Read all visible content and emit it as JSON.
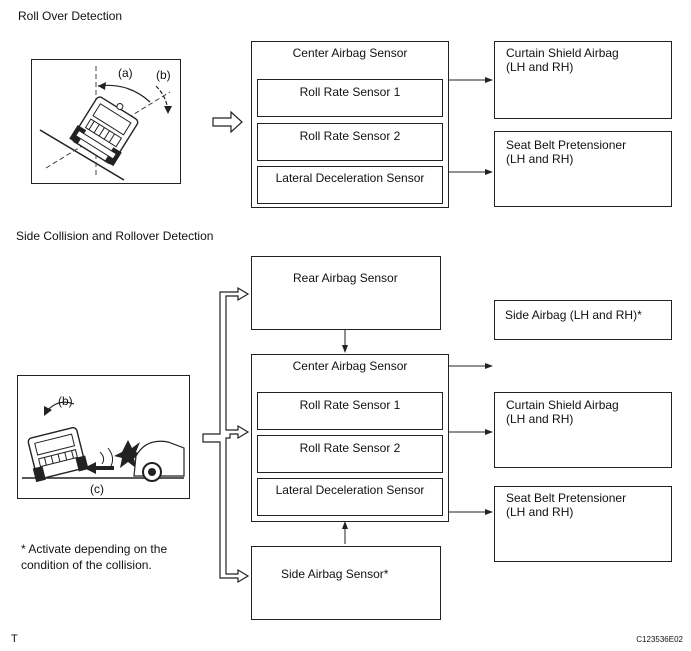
{
  "section1": {
    "title": "Roll Over Detection",
    "center_box": {
      "title": "Center Airbag Sensor",
      "items": [
        "Roll Rate Sensor 1",
        "Roll Rate Sensor 2",
        "Lateral Deceleration Sensor"
      ]
    },
    "outputs": [
      "Curtain Shield Airbag\n(LH and RH)",
      "Seat Belt Pretensioner\n(LH and RH)"
    ],
    "figure_labels": {
      "a": "(a)",
      "b": "(b)"
    }
  },
  "section2": {
    "title": "Side Collision and Rollover Detection",
    "rear_sensor": "Rear Airbag Sensor",
    "center_box": {
      "title": "Center Airbag Sensor",
      "items": [
        "Roll Rate Sensor 1",
        "Roll Rate Sensor 2",
        "Lateral Deceleration Sensor"
      ]
    },
    "side_sensor": "Side Airbag Sensor*",
    "outputs": [
      "Side Airbag (LH and RH)*",
      "Curtain Shield Airbag\n(LH and RH)",
      "Seat Belt Pretensioner\n(LH and RH)"
    ],
    "figure_labels": {
      "b": "(b)",
      "c": "(c)"
    },
    "footnote": "*  Activate depending on the\ncondition of the collision."
  },
  "footer": {
    "left": "T",
    "right": "C123536E02"
  }
}
